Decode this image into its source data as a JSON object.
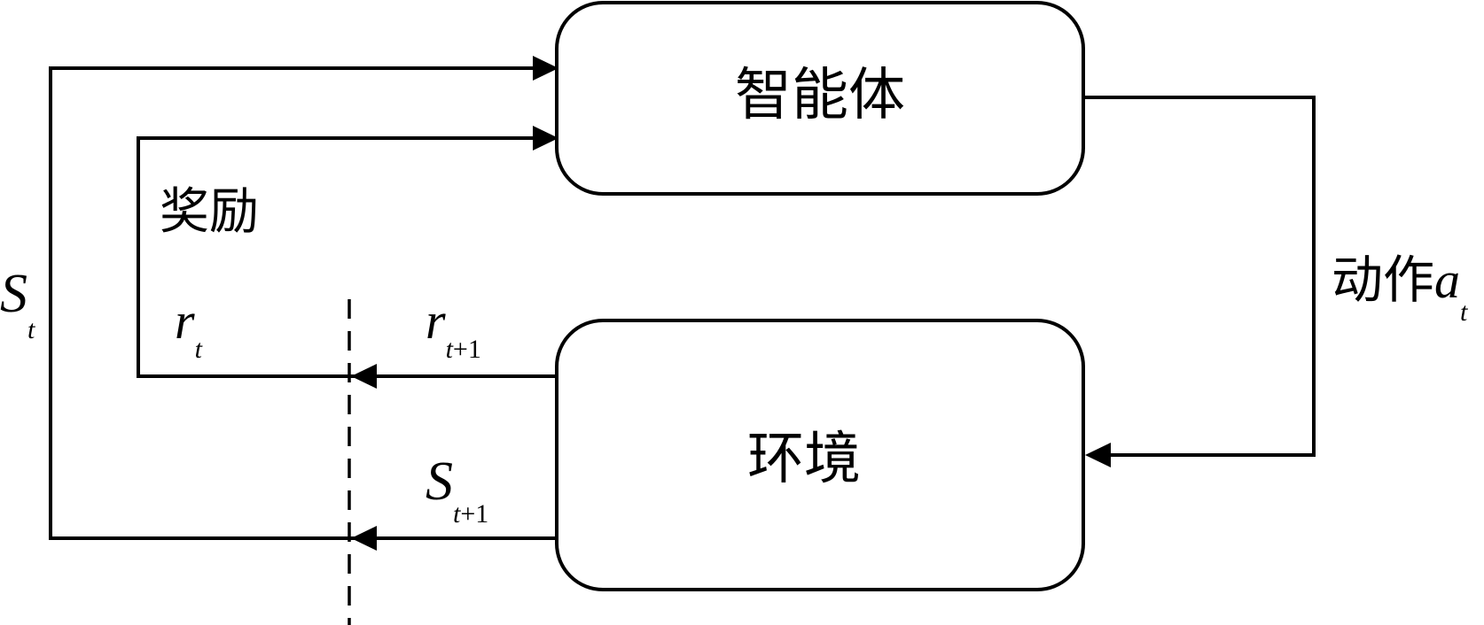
{
  "nodes": {
    "agent": {
      "label": "智能体"
    },
    "environment": {
      "label": "环境"
    }
  },
  "edges": {
    "reward": {
      "label": "奖励"
    },
    "action": {
      "label": "动作",
      "symbol": "a",
      "subscript": "t"
    },
    "state_current": {
      "symbol": "S",
      "subscript": "t"
    },
    "reward_current": {
      "symbol": "r",
      "subscript": "t"
    },
    "reward_next": {
      "symbol": "r",
      "subscript": "t",
      "subscript_suffix": "+1"
    },
    "state_next": {
      "symbol": "S",
      "subscript": "t",
      "subscript_suffix": "+1"
    }
  },
  "colors": {
    "stroke": "#000000",
    "background": "#ffffff"
  }
}
